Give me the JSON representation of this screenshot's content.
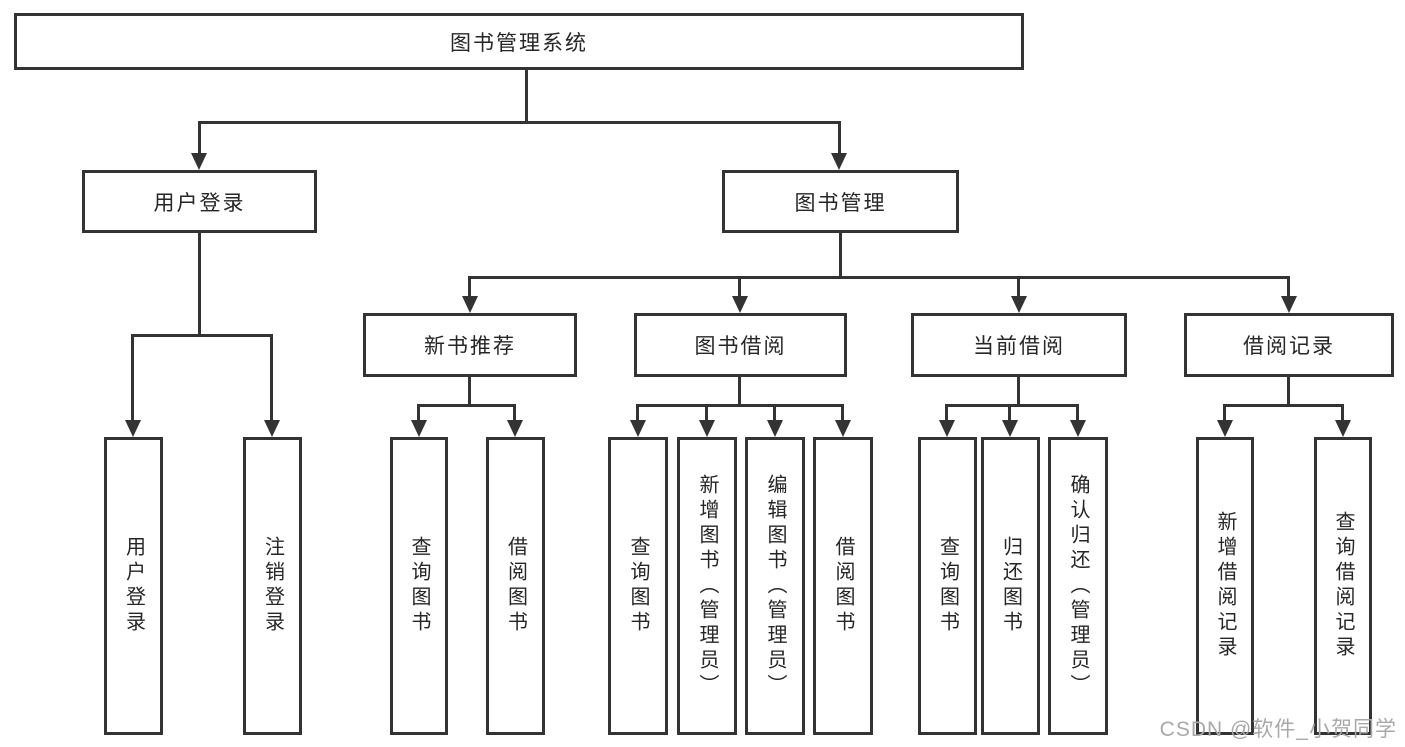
{
  "tree": {
    "root": "图书管理系统",
    "user": {
      "label": "用户登录",
      "children": [
        "用户登录",
        "注销登录"
      ]
    },
    "book": {
      "label": "图书管理",
      "sections": [
        {
          "label": "新书推荐",
          "children": [
            "查询图书",
            "借阅图书"
          ]
        },
        {
          "label": "图书借阅",
          "children": [
            "查询图书",
            "新增图书（管理员）",
            "编辑图书（管理员）",
            "借阅图书"
          ]
        },
        {
          "label": "当前借阅",
          "children": [
            "查询图书",
            "归还图书",
            "确认归还（管理员）"
          ]
        },
        {
          "label": "借阅记录",
          "children": [
            "新增借阅记录",
            "查询借阅记录"
          ]
        }
      ]
    }
  },
  "watermark": "CSDN @软件_小贺同学",
  "colors": {
    "line": "#333333",
    "box_border": "#333333",
    "text": "#262626",
    "background": "#ffffff",
    "watermark": "#a9a9a9"
  }
}
